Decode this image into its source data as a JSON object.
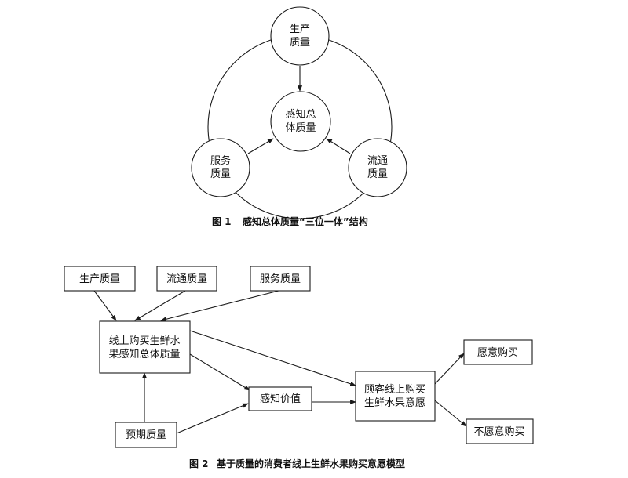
{
  "figure1": {
    "nodes": {
      "production": [
        "生产",
        "质量"
      ],
      "total": [
        "感知总",
        "体质量"
      ],
      "service": [
        "服务",
        "质量"
      ],
      "circulation": [
        "流通",
        "质量"
      ]
    },
    "caption_num": "图 1",
    "caption_text": "感知总体质量“三位一体”结构"
  },
  "figure2": {
    "boxes": {
      "production": "生产质量",
      "circulation": "流通质量",
      "service": "服务质量",
      "total": [
        "线上购买生鲜水",
        "果感知总体质量"
      ],
      "expected": "预期质量",
      "value": "感知价值",
      "intention": [
        "顾客线上购买",
        "生鲜水果意愿"
      ],
      "willing": "愿意购买",
      "unwilling": "不愿意购买"
    },
    "caption_num": "图 2",
    "caption_text": "基于质量的消费者线上生鲜水果购买意愿模型"
  }
}
